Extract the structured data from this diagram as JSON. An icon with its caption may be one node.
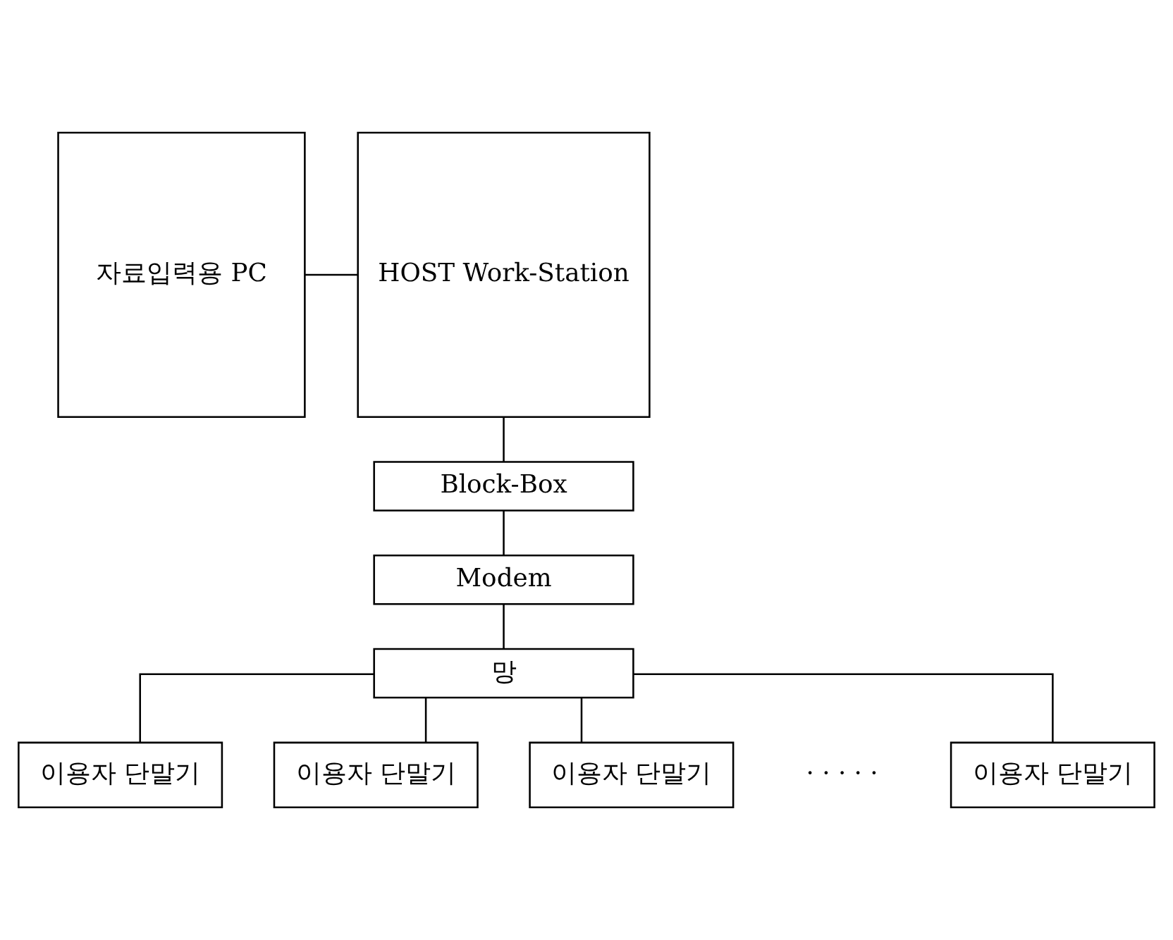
{
  "diagram": {
    "nodes": [
      {
        "text": [
          "자료입력용 PC"
        ]
      },
      {
        "text": [
          "HOST Work-Station"
        ]
      },
      {
        "text": [
          "Block-Box"
        ]
      },
      {
        "text": [
          "Modem"
        ]
      },
      {
        "text": [
          "망"
        ]
      },
      {
        "text": [
          "이용자 단말기"
        ]
      },
      {
        "text": [
          "이용자 단말기"
        ]
      },
      {
        "text": [
          "이용자 단말기"
        ]
      },
      {
        "text": [
          "이용자 단말기"
        ]
      }
    ],
    "edges": [
      {
        "from": 0,
        "to": 1,
        "arrow": "none"
      },
      {
        "from": 1,
        "to": 2,
        "arrow": "none"
      },
      {
        "from": 2,
        "to": 3,
        "arrow": "none"
      },
      {
        "from": 3,
        "to": 4,
        "arrow": "none"
      },
      {
        "from": 4,
        "to": 5,
        "arrow": "none"
      },
      {
        "from": 4,
        "to": 6,
        "arrow": "none"
      },
      {
        "from": 4,
        "to": 7,
        "arrow": "none"
      },
      {
        "from": 4,
        "to": 8,
        "arrow": "none"
      }
    ],
    "labels": [
      "· · · · ·"
    ]
  }
}
